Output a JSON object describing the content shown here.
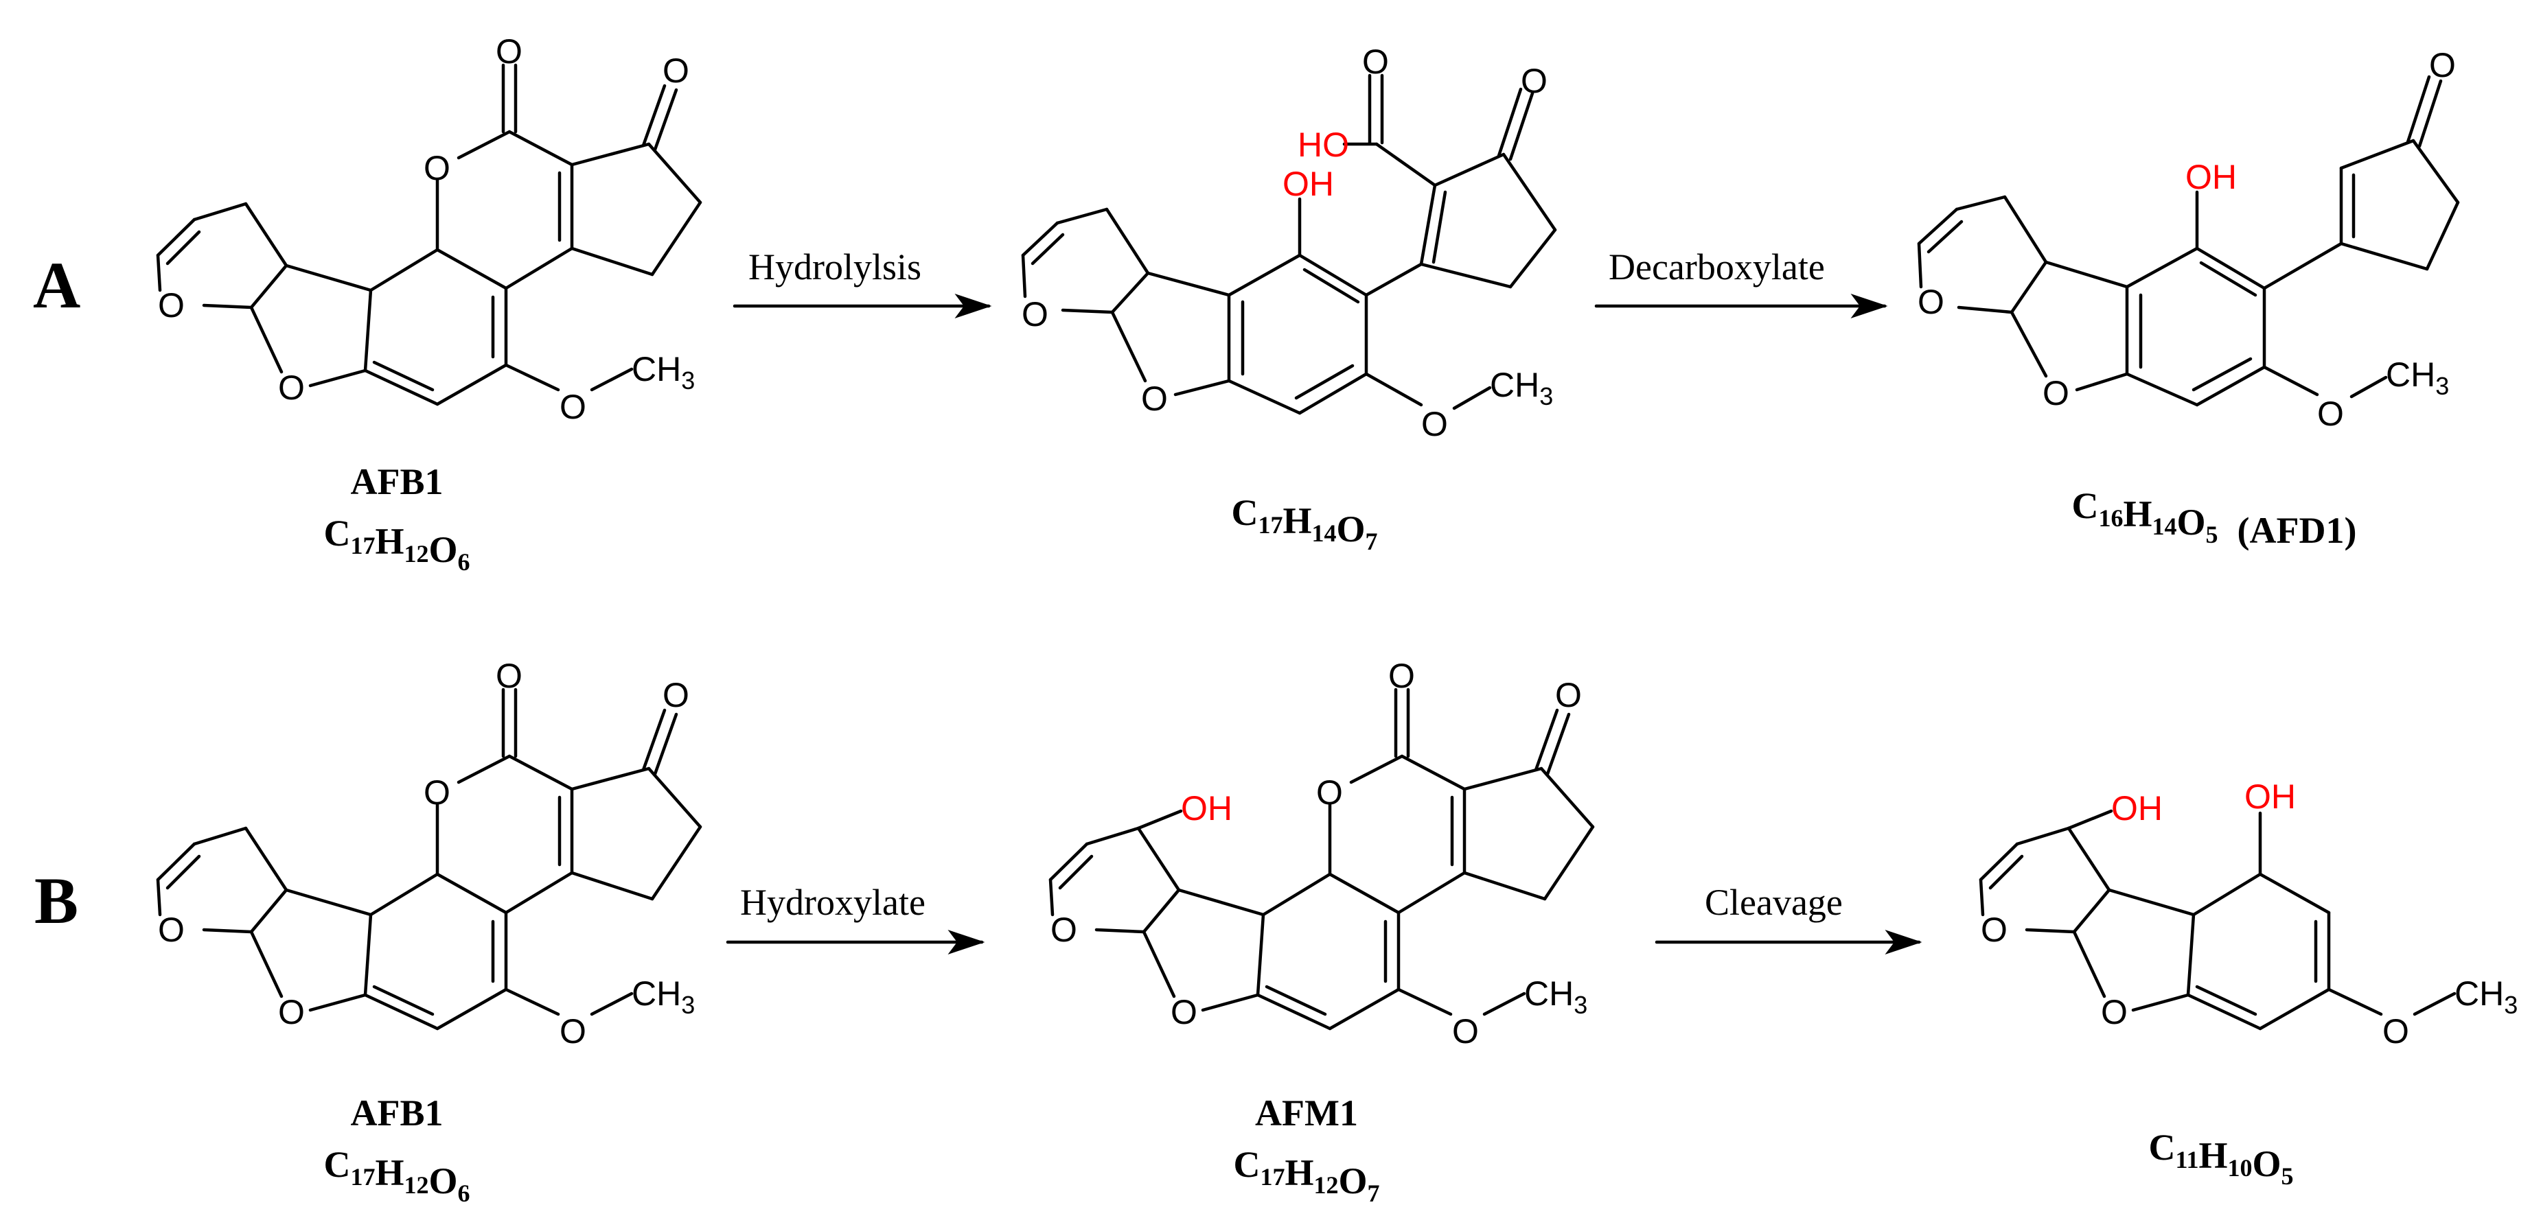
{
  "panels": [
    "A",
    "B"
  ],
  "atoms": {
    "O": "O",
    "OH": "OH",
    "HO": "HO",
    "CH": "CH",
    "three": "3"
  },
  "reactions": {
    "a1": "Hydrolylsis",
    "a2": "Decarboxylate",
    "b1": "Hydroxylate",
    "b2": "Cleavage"
  },
  "compounds": {
    "a_afb1": {
      "name": "AFB1",
      "formula": [
        [
          "C",
          "17"
        ],
        [
          "H",
          "12"
        ],
        [
          "O",
          "6"
        ]
      ]
    },
    "a_mid": {
      "name": "",
      "formula": [
        [
          "C",
          "17"
        ],
        [
          "H",
          "14"
        ],
        [
          "O",
          "7"
        ]
      ]
    },
    "a_afd1": {
      "name": "",
      "formula": [
        [
          "C",
          "16"
        ],
        [
          "H",
          "14"
        ],
        [
          "O",
          "5"
        ]
      ],
      "suffix": "(AFD1)"
    },
    "b_afb1": {
      "name": "AFB1",
      "formula": [
        [
          "C",
          "17"
        ],
        [
          "H",
          "12"
        ],
        [
          "O",
          "6"
        ]
      ]
    },
    "b_afm1": {
      "name": "AFM1",
      "formula": [
        [
          "C",
          "17"
        ],
        [
          "H",
          "12"
        ],
        [
          "O",
          "7"
        ]
      ]
    },
    "b_end": {
      "name": "",
      "formula": [
        [
          "C",
          "11"
        ],
        [
          "H",
          "10"
        ],
        [
          "O",
          "5"
        ]
      ]
    }
  },
  "colors": {
    "bond": "#000000",
    "highlight": "#ff0000"
  }
}
